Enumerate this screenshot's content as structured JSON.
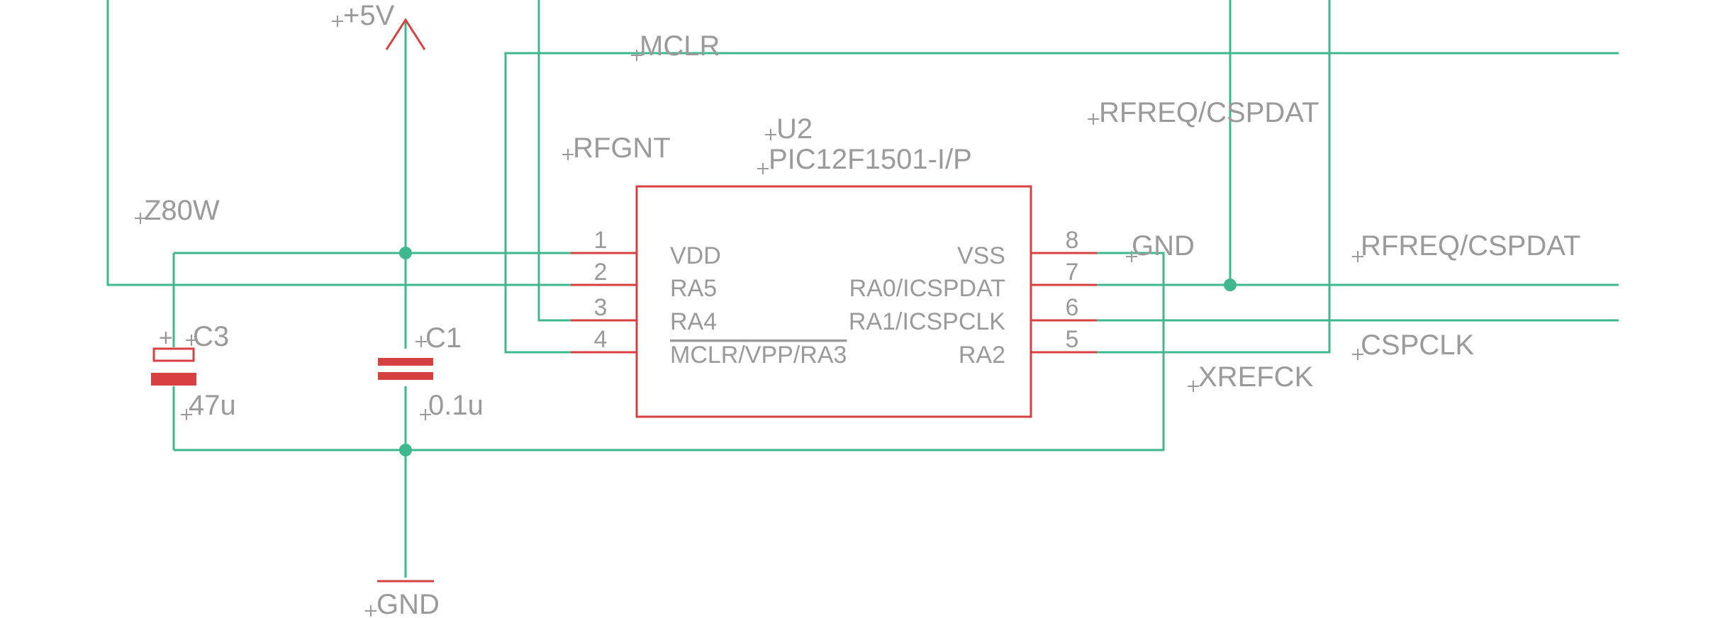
{
  "ic": {
    "ref": "U2",
    "value": "PIC12F1501-I/P",
    "pins": [
      {
        "num": "1",
        "name": "VDD"
      },
      {
        "num": "2",
        "name": "RA5"
      },
      {
        "num": "3",
        "name": "RA4"
      },
      {
        "num": "4",
        "name": "MCLR/VPP/RA3"
      },
      {
        "num": "5",
        "name": "RA2"
      },
      {
        "num": "6",
        "name": "RA1/ICSPCLK"
      },
      {
        "num": "7",
        "name": "RA0/ICSPDAT"
      },
      {
        "num": "8",
        "name": "VSS"
      }
    ]
  },
  "capacitors": {
    "c3": {
      "ref": "C3",
      "value": "47u",
      "polarity": "+"
    },
    "c1": {
      "ref": "C1",
      "value": "0.1u"
    }
  },
  "power": {
    "vcc": "+5V",
    "gnd_bottom": "GND",
    "gnd_pin8": "GND"
  },
  "nets": {
    "z80w": "Z80W",
    "mclr": "MCLR",
    "rfgnt": "RFGNT",
    "rfreq_top": "RFREQ/CSPDAT",
    "rfreq_right": "RFREQ/CSPDAT",
    "cspclk": "CSPCLK",
    "xrefck": "XREFCK"
  },
  "colors": {
    "wire": "#3fb890",
    "part": "#d64040",
    "text": "#9a9a9a",
    "background": "#ffffff"
  }
}
